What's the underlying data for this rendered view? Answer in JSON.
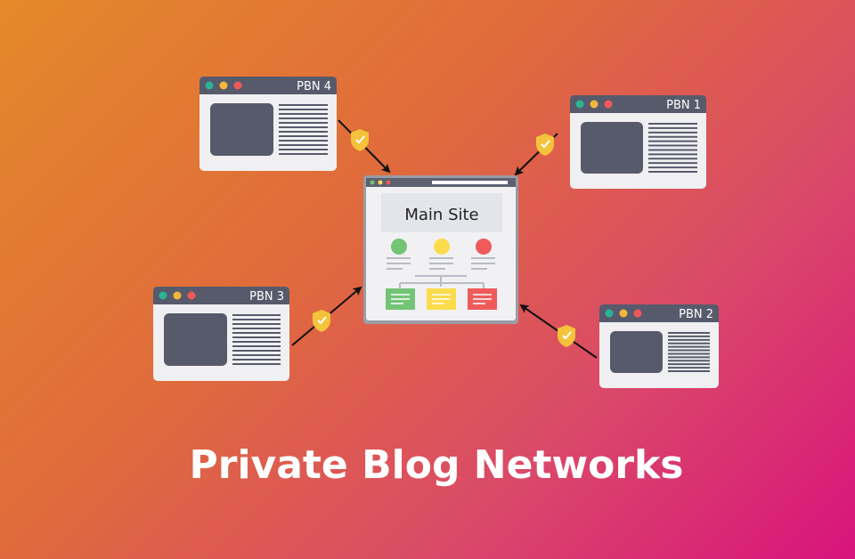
{
  "title": "Private Blog Networks",
  "main_site": {
    "label": "Main Site"
  },
  "pbns": [
    {
      "label": "PBN 4"
    },
    {
      "label": "PBN 1"
    },
    {
      "label": "PBN 3"
    },
    {
      "label": "PBN 2"
    }
  ],
  "colors": {
    "green": "#74c476",
    "yellow": "#fcdc4d",
    "red": "#ef5b5b",
    "window_bar": "#575a6b",
    "shield": "#f5c33b"
  }
}
